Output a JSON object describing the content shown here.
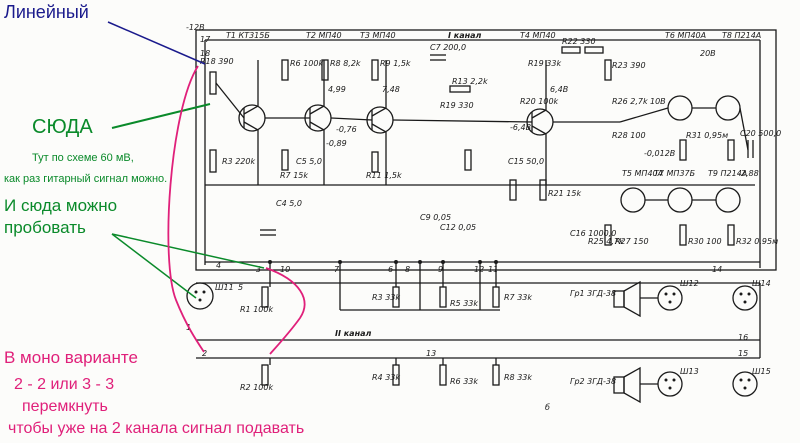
{
  "annotations": {
    "lineinyi": "Линейный",
    "syuda": "СЮДА",
    "tut": "Тут по схеме 60 мВ,",
    "kak_raz": "как раз гитарный сигнал можно.",
    "i_syuda_1": "И сюда можно",
    "i_syuda_2": "пробовать",
    "mono_1": "В моно варианте",
    "mono_2": "2 - 2  или 3 - 3",
    "mono_3": "перемкнуть",
    "mono_4": "чтобы уже на 2 канала сигнал подавать"
  },
  "schematic": {
    "channel1": "I канал",
    "channel2": "II канал",
    "fig_label": "б",
    "transistors": [
      "Т1 КТ315Б",
      "Т2 МП40",
      "Т3 МП40",
      "Т4 МП40",
      "Т6 МП40А",
      "Т8 П214А",
      "Т5 МП40А",
      "Т7 МП37Б",
      "Т9 П214А"
    ],
    "components": [
      "R18 390",
      "R19 330",
      "R22 330",
      "R23 390",
      "R6 100k",
      "R8 8,2k",
      "R9 1,5k",
      "C7 200,0",
      "R13 2,2k",
      "R19 33k",
      "R20 100k",
      "R26 2,7k",
      "R28 100",
      "R31 0,95м",
      "C20 500,0",
      "R3 220k",
      "C4 5,0",
      "C5 5,0",
      "R7 15k",
      "R11 1,5k",
      "C15 50,0",
      "R21 15k",
      "C16 1000,0",
      "R25 4,7k",
      "R27 150",
      "R30 100",
      "R32 0,95м",
      "C9 0,05",
      "C12 0,05",
      "R1 100k",
      "R2 100k",
      "R3 33k",
      "R4 33k",
      "R5 33k",
      "R6 33k",
      "R7 33k",
      "R8 33k",
      "Гр1 3ГД-38",
      "Гр2 3ГД-38"
    ],
    "voltages": [
      "-0,76",
      "-0,89",
      "-6,4B",
      "-0,012B",
      "-2,88",
      "4,99",
      "7,48",
      "6,4B",
      "10B",
      "20B",
      "-12B"
    ],
    "connectors": [
      "Ш11",
      "Ш12",
      "Ш13",
      "Ш14",
      "Ш15"
    ],
    "pins": [
      "1",
      "2",
      "3",
      "4",
      "5",
      "6",
      "7",
      "8",
      "9",
      "10",
      "11",
      "12",
      "13",
      "14",
      "15",
      "16",
      "17",
      "18"
    ]
  },
  "colors": {
    "blue": "#1a1a8c",
    "green": "#0a8a2a",
    "magenta": "#e0207a",
    "ink": "#1a1a1a"
  }
}
